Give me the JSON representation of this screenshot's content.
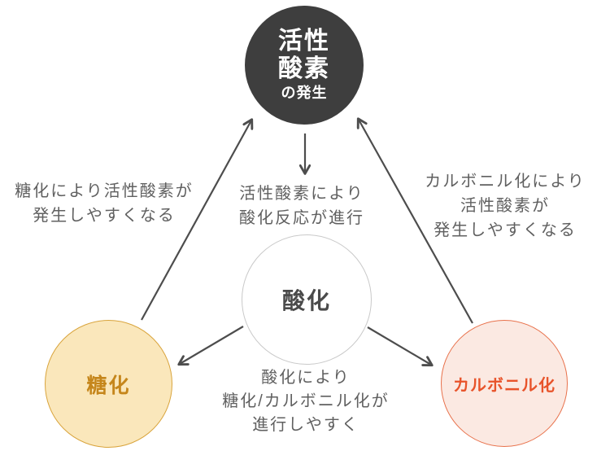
{
  "diagram": {
    "nodes": {
      "reactive_oxygen": {
        "line1": "活性",
        "line2": "酸素",
        "line3": "の発生"
      },
      "oxidation": {
        "label": "酸化"
      },
      "glycation": {
        "label": "糖化"
      },
      "carbonylation": {
        "label": "カルボニル化"
      }
    },
    "edge_labels": {
      "glycation_to_ros": {
        "line1": "糖化により活性酸素が",
        "line2": "発生しやすくなる"
      },
      "ros_to_oxidation": {
        "line1": "活性酸素により",
        "line2": "酸化反応が進行"
      },
      "carbonylation_to_ros": {
        "line1": "カルボニル化により",
        "line2": "活性酸素が",
        "line3": "発生しやすくなる"
      },
      "oxidation_to_glycation_carbonylation": {
        "line1": "酸化により",
        "line2": "糖化/カルボニル化が",
        "line3": "進行しやすく"
      }
    },
    "colors": {
      "ros_bg": "#3E3E3E",
      "ros_text": "#FFFFFF",
      "oxidation_border": "#C9C9C9",
      "oxidation_text": "#4A4A4A",
      "glycation_bg": "#FAE7BB",
      "glycation_border": "#D9A43C",
      "glycation_text": "#C5861B",
      "carbonylation_bg": "#FBE9E2",
      "carbonylation_border": "#E8714B",
      "carbonylation_text": "#E8542B",
      "arrow": "#4D4D4D",
      "label_text": "#606060"
    }
  }
}
